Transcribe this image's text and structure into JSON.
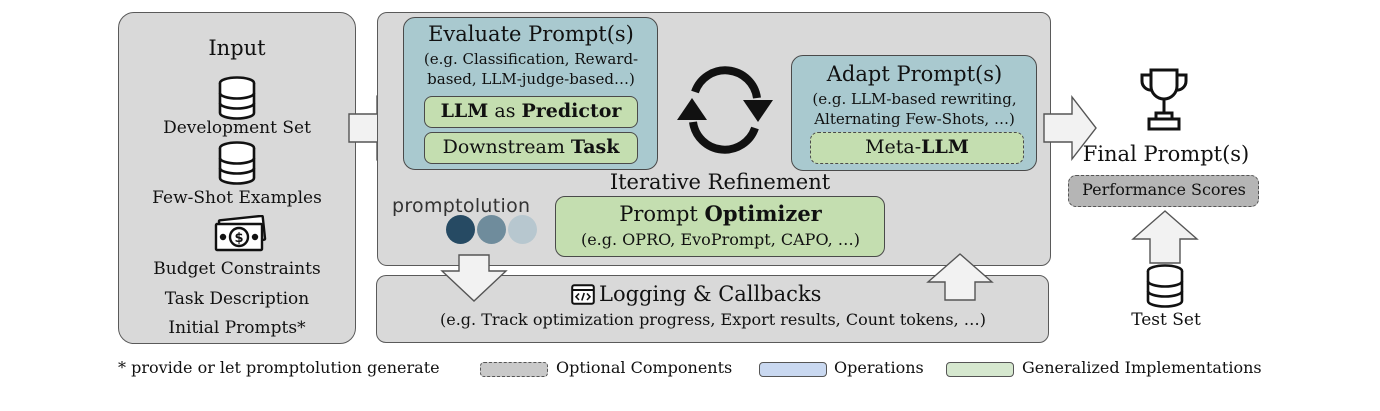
{
  "input": {
    "title": "Input",
    "items": [
      "Development Set",
      "Few-Shot Examples",
      "Budget Constraints",
      "Task Description",
      "Initial Prompts*"
    ],
    "icons": [
      "database-icon",
      "database-icon",
      "money-icon"
    ]
  },
  "evaluate": {
    "title": "Evaluate Prompt(s)",
    "desc_line1": "(e.g. Classification, Reward-",
    "desc_line2": "based, LLM-judge-based…)",
    "predictor_pre": "LLM",
    "predictor_mid": " as ",
    "predictor_bold": "Predictor",
    "task_pre": "Downstream ",
    "task_bold": "Task"
  },
  "adapt": {
    "title": "Adapt Prompt(s)",
    "desc_line1": "(e.g. LLM-based rewriting,",
    "desc_line2": "Alternating Few-Shots, …)",
    "meta_pre": "Meta-",
    "meta_bold": "LLM"
  },
  "refinement": {
    "label": "Iterative Refinement"
  },
  "logo": {
    "text": "promptolution",
    "dot_colors": [
      "#264a63",
      "#6f8c9c",
      "#b7c7cf"
    ]
  },
  "optimizer": {
    "title_pre": "Prompt ",
    "title_bold": "Optimizer",
    "desc": "(e.g. OPRO, EvoPrompt, CAPO, …)"
  },
  "logging": {
    "title": "Logging & Callbacks",
    "desc": "(e.g. Track optimization progress, Export results, Count tokens, …)"
  },
  "output": {
    "title": "Final Prompt(s)",
    "scores": "Performance Scores",
    "test_set": "Test Set"
  },
  "legend": {
    "footnote": "* provide or let promptolution generate",
    "optional": "Optional Components",
    "operations": "Operations",
    "generalized": "Generalized Implementations",
    "colors": {
      "optional": "#c9c9c9",
      "operations": "#c9d8f0",
      "generalized": "#d6e8cf"
    }
  }
}
